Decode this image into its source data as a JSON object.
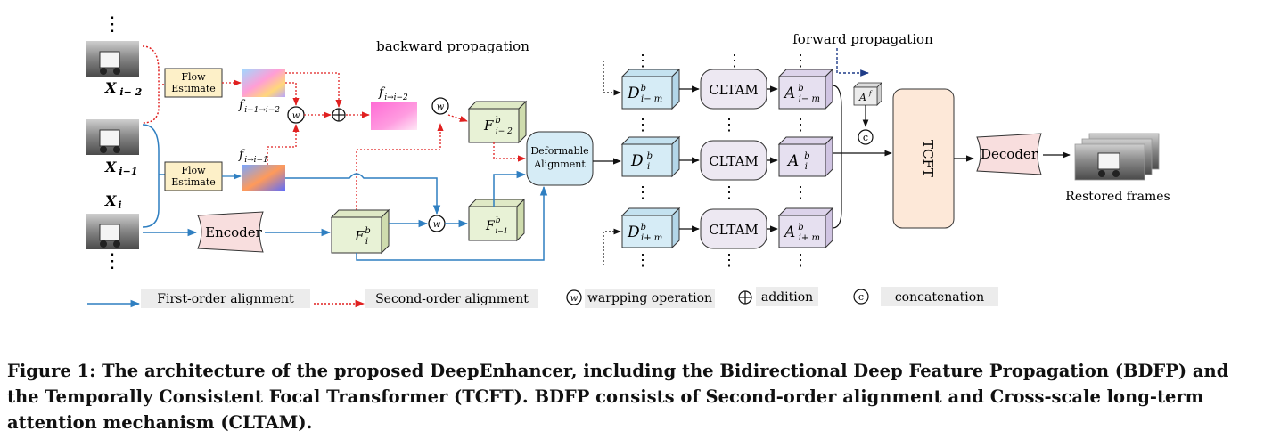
{
  "vdots": "⋮",
  "labels": {
    "backward_propagation": "backward propagation",
    "forward_propagation": "forward propagation",
    "flow_estimate_1": "Flow",
    "flow_estimate_2": "Estimate",
    "encoder": "Encoder",
    "decoder": "Decoder",
    "tcft": "TCFT",
    "cltam": "CLTAM",
    "deformable_1": "Deformable",
    "deformable_2": "Alignment",
    "restored_frames": "Restored frames",
    "w": "w",
    "c": "c"
  },
  "inputs": {
    "x": "X",
    "sub_i_minus_2": "i− 2",
    "sub_i_minus_1": "i−1",
    "sub_i": "i"
  },
  "flows": {
    "f": "f",
    "f1_sub": "i−1→i−2",
    "f2_sub": "i→i−1",
    "f3_sub": "i→i−2"
  },
  "features": {
    "F": "F",
    "D": "D",
    "A": "A",
    "sup_b": "b",
    "sup_f": "f",
    "sub_i": "i",
    "sub_i_minus_1": "i−1",
    "sub_i_minus_2": "i− 2",
    "sub_i_minus_m": "i− m",
    "sub_i_plus_m": "i+ m"
  },
  "legend": {
    "first_order": "First-order alignment",
    "second_order": "Second-order alignment",
    "warp": "warpping operation",
    "addition": "addition",
    "concatenation": "concatenation"
  },
  "caption": "Figure 1: The architecture of the proposed DeepEnhancer, including the Bidirectional Deep Feature Propagation (BDFP) and the Temporally Consistent Focal Transformer (TCFT). BDFP consists of Second-order alignment and Cross-scale long-term attention mechanism (CLTAM).",
  "colors": {
    "blue_line": "#2f7fc1",
    "red_dotted": "#e02020",
    "navy_dotted": "#1f3c88",
    "flow_box": "#fdf0c8",
    "encoder_fill": "#f8dede",
    "feature_green": "#e8f2d6",
    "d_blue": "#d6ecf6",
    "cltam_fill": "#ede8f2",
    "a_lavender": "#e6e0f0",
    "tcft_fill": "#fde8d8",
    "legend_bg": "#ececec"
  }
}
